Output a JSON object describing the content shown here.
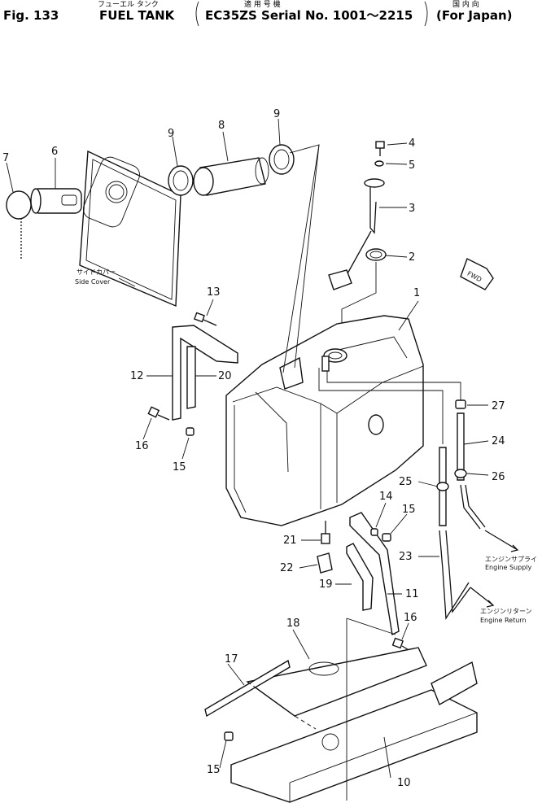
{
  "header": {
    "fig_label": "Fig. 133",
    "title_en": "FUEL TANK",
    "title_ja": "フューエル タンク",
    "serial_ja": "適 用 号 機",
    "serial": "EC35ZS Serial No. 1001～2215",
    "market_ja": "国 内 向",
    "market": "(For Japan)"
  },
  "labels": {
    "side_cover_ja": "サイドカバー",
    "side_cover": "Side Cover",
    "fwd": "FWD",
    "engine_supply_ja": "エンジンサプライ",
    "engine_supply": "Engine Supply",
    "engine_return_ja": "エンジンリターン",
    "engine_return": "Engine Return"
  },
  "callouts": [
    {
      "id": "c1",
      "text": "1"
    },
    {
      "id": "c2",
      "text": "2"
    },
    {
      "id": "c3",
      "text": "3"
    },
    {
      "id": "c4",
      "text": "4"
    },
    {
      "id": "c5",
      "text": "5"
    },
    {
      "id": "c6",
      "text": "6"
    },
    {
      "id": "c7",
      "text": "7"
    },
    {
      "id": "c8",
      "text": "8"
    },
    {
      "id": "c9a",
      "text": "9"
    },
    {
      "id": "c9b",
      "text": "9"
    },
    {
      "id": "c10",
      "text": "10"
    },
    {
      "id": "c11",
      "text": "11"
    },
    {
      "id": "c12",
      "text": "12"
    },
    {
      "id": "c13",
      "text": "13"
    },
    {
      "id": "c14",
      "text": "14"
    },
    {
      "id": "c15a",
      "text": "15"
    },
    {
      "id": "c15b",
      "text": "15"
    },
    {
      "id": "c15c",
      "text": "15"
    },
    {
      "id": "c16a",
      "text": "16"
    },
    {
      "id": "c16b",
      "text": "16"
    },
    {
      "id": "c17",
      "text": "17"
    },
    {
      "id": "c18",
      "text": "18"
    },
    {
      "id": "c19",
      "text": "19"
    },
    {
      "id": "c20",
      "text": "20"
    },
    {
      "id": "c21",
      "text": "21"
    },
    {
      "id": "c22",
      "text": "22"
    },
    {
      "id": "c23",
      "text": "23"
    },
    {
      "id": "c24",
      "text": "24"
    },
    {
      "id": "c25",
      "text": "25"
    },
    {
      "id": "c26",
      "text": "26"
    },
    {
      "id": "c27",
      "text": "27"
    }
  ]
}
